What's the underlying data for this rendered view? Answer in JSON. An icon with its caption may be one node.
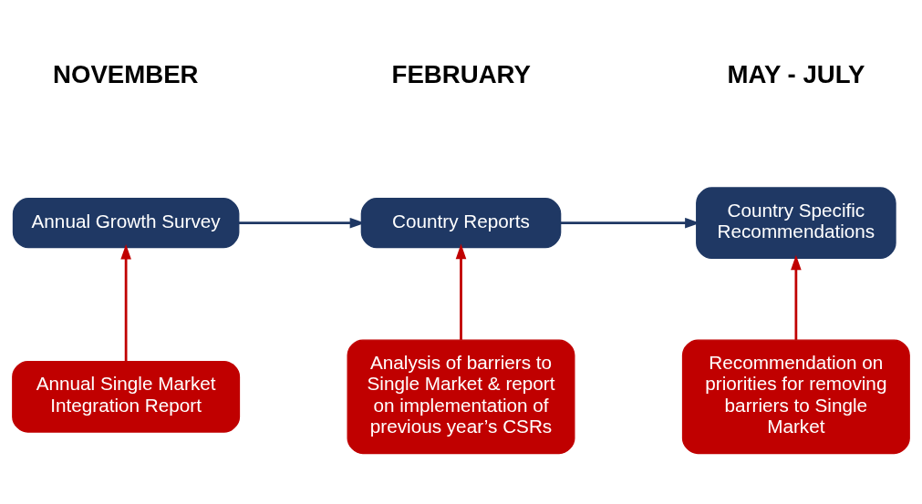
{
  "diagram": {
    "nodes": [
      {
        "text": [
          "Annual Growth Survey"
        ]
      },
      {
        "text": [
          "Country Reports"
        ]
      },
      {
        "text": [
          "Country Specific Recommendations"
        ]
      },
      {
        "text": [
          "Annual Single Market Integration Report"
        ]
      },
      {
        "text": [
          "Analysis of barriers to Single Market & report on implementation of previous year’s CSRs"
        ]
      },
      {
        "text": [
          "Recommendation on priorities for removing barriers to Single Market"
        ]
      }
    ],
    "edges": [
      {
        "from": 0,
        "to": 1,
        "arrow": "to",
        "color": "#1f3864"
      },
      {
        "from": 1,
        "to": 2,
        "arrow": "to",
        "color": "#1f3864"
      },
      {
        "from": 3,
        "to": 0,
        "arrow": "to"
      },
      {
        "from": 4,
        "to": 1,
        "arrow": "to"
      },
      {
        "from": 5,
        "to": 2,
        "arrow": "to"
      }
    ],
    "labels": [
      "NOVEMBER",
      "FEBRUARY",
      "MAY - JULY"
    ]
  }
}
